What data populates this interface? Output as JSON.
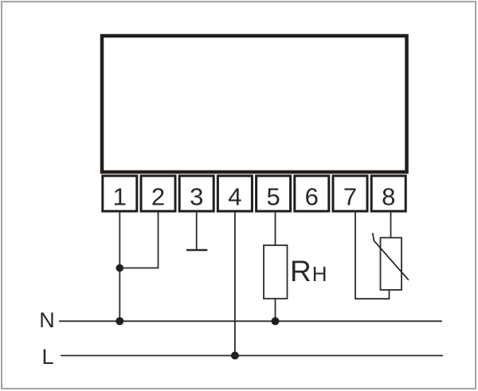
{
  "diagram": {
    "kind": "device-wiring-diagram",
    "terminals": {
      "labels": [
        "1",
        "2",
        "3",
        "4",
        "5",
        "6",
        "7",
        "8"
      ]
    },
    "components": {
      "resistor_label": {
        "main": "R",
        "sub": "H"
      },
      "ground_symbol": "earth-bar",
      "varistor_symbol": "varistor"
    },
    "power_lines": {
      "neutral_label": "N",
      "line_label": "L"
    },
    "colors": {
      "ink": "#2e2a27",
      "border_ink": "#221e1b",
      "page_frame": "#8c8c8c",
      "background": "#ffffff"
    }
  }
}
